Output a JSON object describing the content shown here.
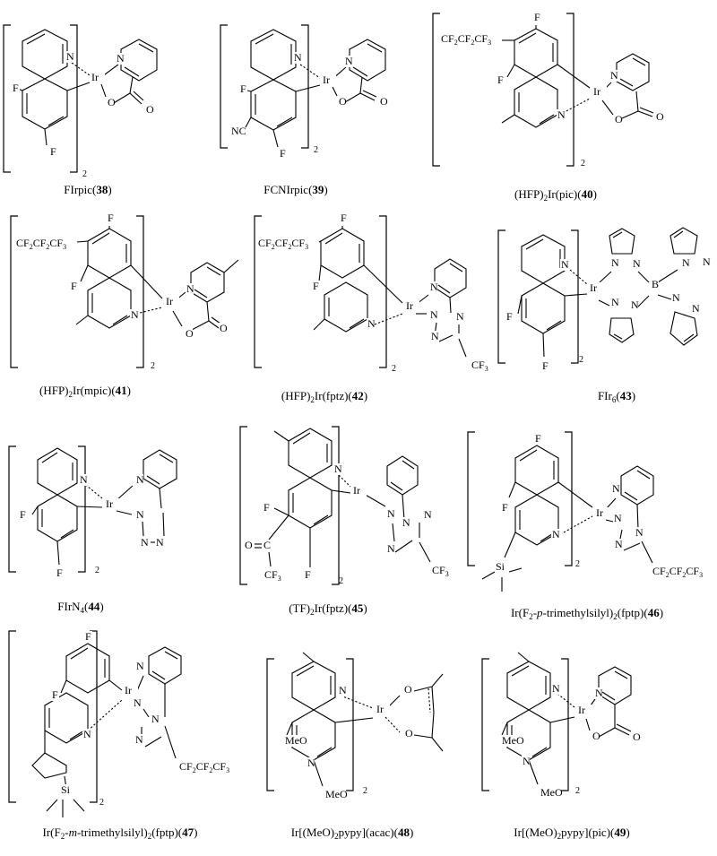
{
  "compounds": [
    {
      "caption": {
        "pre": "FIrpic(",
        "num": "38",
        "post": ")"
      },
      "atoms": [
        [
          "N",
          74,
          67
        ],
        [
          "Ir",
          102,
          90
        ],
        [
          "N",
          130,
          69
        ],
        [
          "O",
          120,
          118
        ],
        [
          "O",
          163,
          126
        ],
        [
          "F",
          14,
          102
        ],
        [
          "F",
          56,
          173
        ]
      ],
      "sub2": [
        92,
        197
      ]
    },
    {
      "caption": {
        "pre": "FCNIrpic(",
        "num": "39",
        "post": ")"
      },
      "atoms": [
        [
          "N",
          328,
          68
        ],
        [
          "Ir",
          360,
          93
        ],
        [
          "N",
          385,
          72
        ],
        [
          "O",
          378,
          117
        ],
        [
          "O",
          424,
          117
        ],
        [
          "F",
          268,
          103
        ],
        [
          "NC",
          258,
          150
        ],
        [
          "F",
          312,
          175
        ]
      ],
      "sub2": [
        350,
        170
      ]
    },
    {
      "caption": {
        "pre": "(HFP)",
        "sub": "2",
        "mid": "Ir(pic)(",
        "num": "40",
        "post": ")"
      },
      "atoms": [
        [
          "CF2CF2CF3",
          492,
          47
        ],
        [
          "F",
          596,
          23
        ],
        [
          "F",
          555,
          93
        ],
        [
          "Ir",
          662,
          106
        ],
        [
          "N",
          681,
          88
        ],
        [
          "N",
          622,
          132
        ],
        [
          "O",
          686,
          137
        ],
        [
          "O",
          732,
          134
        ]
      ],
      "sub2": [
        648,
        185
      ]
    },
    {
      "caption": {
        "pre": "(HFP)",
        "sub": "2",
        "mid": "Ir(mpic)(",
        "num": "41",
        "post": ")"
      },
      "atoms": [
        [
          "CF2CF2CF3",
          18,
          275
        ],
        [
          "F",
          120,
          247
        ],
        [
          "F",
          79,
          323
        ],
        [
          "N",
          208,
          326
        ],
        [
          "Ir",
          185,
          340
        ],
        [
          "O",
          207,
          376
        ],
        [
          "O",
          245,
          370
        ],
        [
          "N",
          146,
          355
        ]
      ],
      "sub2": [
        168,
        411
      ]
    },
    {
      "caption": {
        "pre": "(HFP)",
        "sub": "2",
        "mid": "Ir(fptz)(",
        "num": "42",
        "post": ")"
      },
      "atoms": [
        [
          "CF2CF2CF3",
          288,
          275
        ],
        [
          "F",
          380,
          247
        ],
        [
          "F",
          349,
          323
        ],
        [
          "N",
          480,
          324
        ],
        [
          "Ir",
          453,
          345
        ],
        [
          "N",
          480,
          355
        ],
        [
          "N",
          509,
          357
        ],
        [
          "N",
          481,
          379
        ],
        [
          "CF3",
          526,
          411
        ],
        [
          "N",
          410,
          365
        ]
      ],
      "sub2": [
        437,
        414
      ]
    },
    {
      "caption": {
        "pre": "FIr",
        "sub": "6",
        "mid": "(",
        "num": "43",
        "post": ")"
      },
      "atoms": [
        [
          "N",
          626,
          299
        ],
        [
          "N",
          682,
          297
        ],
        [
          "N",
          706,
          298
        ],
        [
          "B",
          727,
          321
        ],
        [
          "N",
          761,
          297
        ],
        [
          "N",
          784,
          296
        ],
        [
          "Ir",
          658,
          325
        ],
        [
          "N",
          682,
          341
        ],
        [
          "N",
          704,
          344
        ],
        [
          "N",
          750,
          336
        ],
        [
          "N",
          772,
          348
        ],
        [
          "F",
          565,
          357
        ],
        [
          "F",
          605,
          412
        ]
      ],
      "sub2": [
        646,
        404
      ]
    },
    {
      "caption": {
        "pre": "FIrN",
        "sub": "4",
        "mid": "(",
        "num": "44",
        "post": ")"
      },
      "atoms": [
        [
          "N",
          89,
          539
        ],
        [
          "Ir",
          118,
          566
        ],
        [
          "N",
          152,
          539
        ],
        [
          "N",
          152,
          578
        ],
        [
          "N",
          157,
          609
        ],
        [
          "N",
          174,
          609
        ],
        [
          "F",
          22,
          578
        ],
        [
          "F",
          63,
          643
        ]
      ],
      "sub2": [
        106,
        639
      ]
    },
    {
      "caption": {
        "pre": "(TF)",
        "sub": "2",
        "mid": "Ir(fptz)(",
        "num": "45",
        "post": ")"
      },
      "atoms": [
        [
          "N",
          373,
          527
        ],
        [
          "Ir",
          394,
          551
        ],
        [
          "N",
          432,
          577
        ],
        [
          "N",
          449,
          587
        ],
        [
          "N",
          473,
          578
        ],
        [
          "N",
          432,
          616
        ],
        [
          "CF3",
          482,
          640
        ],
        [
          "F",
          294,
          570
        ],
        [
          "O",
          273,
          612
        ],
        [
          "C",
          294,
          612
        ],
        [
          "CF3",
          295,
          645
        ],
        [
          "F",
          340,
          645
        ]
      ],
      "sub2": [
        378,
        651
      ]
    },
    {
      "caption": {
        "pre": "Ir(F",
        "sub": "2",
        "mid": "-",
        "italic": "p",
        "post2": "-trimethylsilyl)",
        "sub3": "2",
        "mid2": "(fptp)(",
        "num": "46",
        "post": ")"
      },
      "atoms": [
        [
          "F",
          597,
          493
        ],
        [
          "F",
          560,
          570
        ],
        [
          "Ir",
          665,
          576
        ],
        [
          "N",
          683,
          549
        ],
        [
          "N",
          685,
          582
        ],
        [
          "N",
          709,
          598
        ],
        [
          "N",
          686,
          611
        ],
        [
          "CF2CF2CF3",
          728,
          641
        ],
        [
          "N",
          616,
          600
        ],
        [
          "Si",
          553,
          636
        ]
      ],
      "sub2": [
        642,
        632
      ]
    },
    {
      "caption": {
        "pre": "Ir(F",
        "sub": "2",
        "mid": "-",
        "italic": "m",
        "post2": "-trimethylsilyl)",
        "sub3": "2",
        "mid2": "(fptp)(",
        "num": "47",
        "post": ")"
      },
      "atoms": [
        [
          "F",
          95,
          714
        ],
        [
          "F",
          58,
          779
        ],
        [
          "N",
          152,
          747
        ],
        [
          "Ir",
          139,
          774
        ],
        [
          "N",
          149,
          788
        ],
        [
          "N",
          169,
          806
        ],
        [
          "N",
          151,
          829
        ],
        [
          "CF2CF2CF3",
          200,
          859
        ],
        [
          "N",
          93,
          823
        ],
        [
          "Si",
          68,
          885
        ]
      ],
      "sub2": [
        111,
        898
      ]
    },
    {
      "caption": {
        "pre": "Ir[(MeO)",
        "sub": "2",
        "mid": "pypy](acac)(",
        "num": "48",
        "post": ")"
      },
      "atoms": [
        [
          "N",
          378,
          774
        ],
        [
          "Ir",
          420,
          795
        ],
        [
          "O",
          451,
          773
        ],
        [
          "O",
          452,
          822
        ],
        [
          "MeO",
          318,
          830
        ],
        [
          "N",
          343,
          855
        ],
        [
          "MeO",
          363,
          890
        ]
      ],
      "sub2": [
        405,
        885
      ]
    },
    {
      "caption": {
        "pre": "Ir[(MeO)",
        "sub": "2",
        "mid": "pypy](pic)(",
        "num": "49",
        "post": ")"
      },
      "atoms": [
        [
          "N",
          616,
          772
        ],
        [
          "Ir",
          645,
          796
        ],
        [
          "N",
          664,
          777
        ],
        [
          "O",
          661,
          825
        ],
        [
          "O",
          706,
          826
        ],
        [
          "MeO",
          560,
          830
        ],
        [
          "N",
          583,
          853
        ],
        [
          "MeO",
          603,
          888
        ]
      ],
      "sub2": [
        642,
        885
      ]
    }
  ]
}
